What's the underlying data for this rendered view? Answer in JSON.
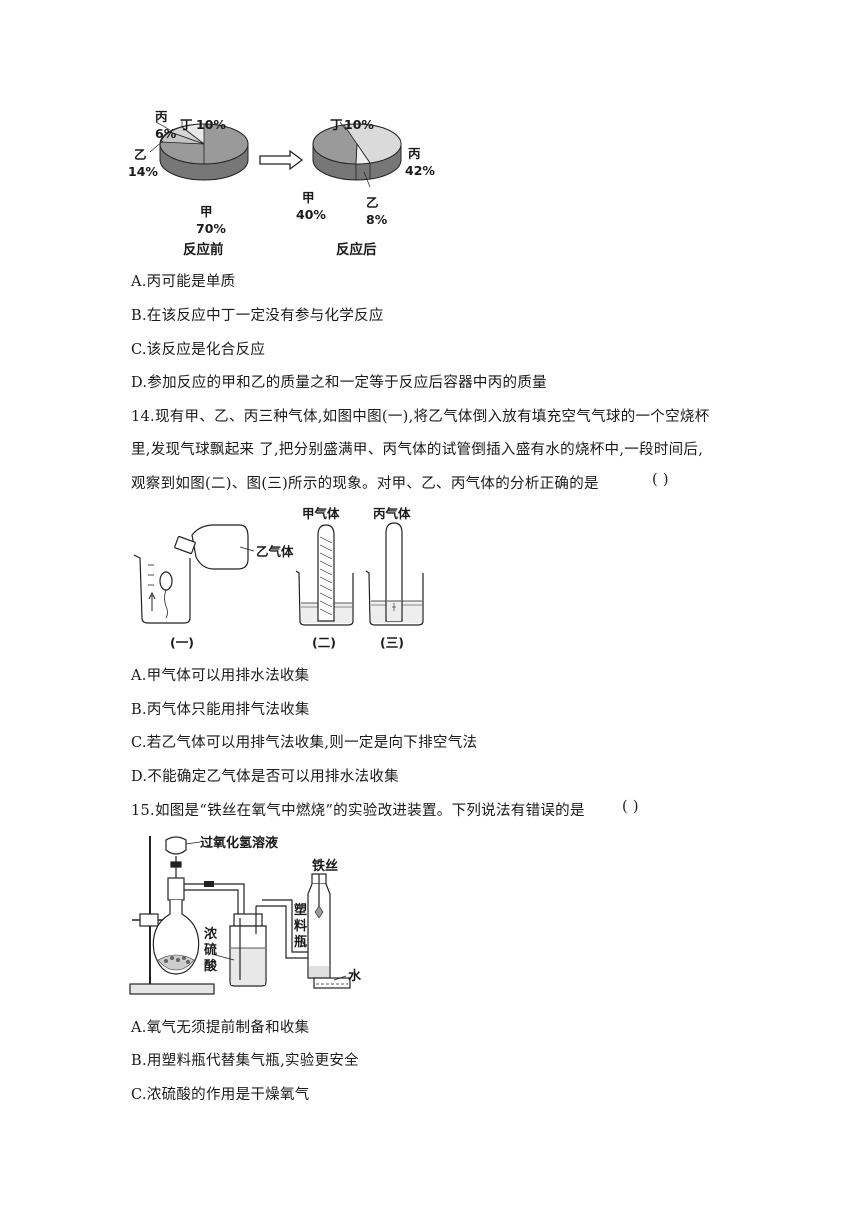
{
  "figure13": {
    "before_caption": "反应前",
    "after_caption": "反应后",
    "before": [
      {
        "name": "甲",
        "pct": "70%"
      },
      {
        "name": "乙",
        "pct": "14%"
      },
      {
        "name": "丙",
        "pct": "6%"
      },
      {
        "name": "丁",
        "pct": "10%"
      }
    ],
    "after": [
      {
        "name": "甲",
        "pct": "40%"
      },
      {
        "name": "乙",
        "pct": "8%"
      },
      {
        "name": "丙",
        "pct": "42%"
      },
      {
        "name": "丁",
        "pct": "10%"
      }
    ]
  },
  "q13_options": [
    "A.丙可能是单质",
    "B.在该反应中丁一定没有参与化学反应",
    "C.该反应是化合反应",
    "D.参加反应的甲和乙的质量之和一定等于反应后容器中丙的质量"
  ],
  "q14": {
    "stem_lines": [
      "14.现有甲、乙、丙三种气体,如图中图(一),将乙气体倒入放有填充空气气球的一个空烧杯",
      "里,发现气球飘起来 了,把分别盛满甲、丙气体的试管倒插入盛有水的烧杯中,一段时间后,",
      "观察到如图(二)、图(三)所示的现象。对甲、乙、丙气体的分析正确的是",
      "(    )"
    ],
    "figure": {
      "gas_yi": "乙气体",
      "gas_jia": "甲气体",
      "gas_bing": "丙气体",
      "cap1": "(一)",
      "cap2": "(二)",
      "cap3": "(三)"
    },
    "options": [
      "A.甲气体可以用排水法收集",
      "B.丙气体只能用排气法收集",
      "C.若乙气体可以用排气法收集,则一定是向下排空气法",
      "D.不能确定乙气体是否可以用排水法收集"
    ]
  },
  "q15": {
    "stem": "15.如图是“铁丝在氧气中燃烧”的实验改进装置。下列说法有错误的是",
    "paren": "(    )",
    "figure": {
      "h2o2": "过氧化氢溶液",
      "iron": "铁丝",
      "acid_1": "浓",
      "acid_2": "硫",
      "acid_3": "酸",
      "bottle_1": "塑",
      "bottle_2": "料",
      "bottle_3": "瓶",
      "water": "水"
    },
    "options": [
      "A.氧气无须提前制备和收集",
      "B.用塑料瓶代替集气瓶,实验更安全",
      "C.浓硫酸的作用是干燥氧气"
    ]
  }
}
